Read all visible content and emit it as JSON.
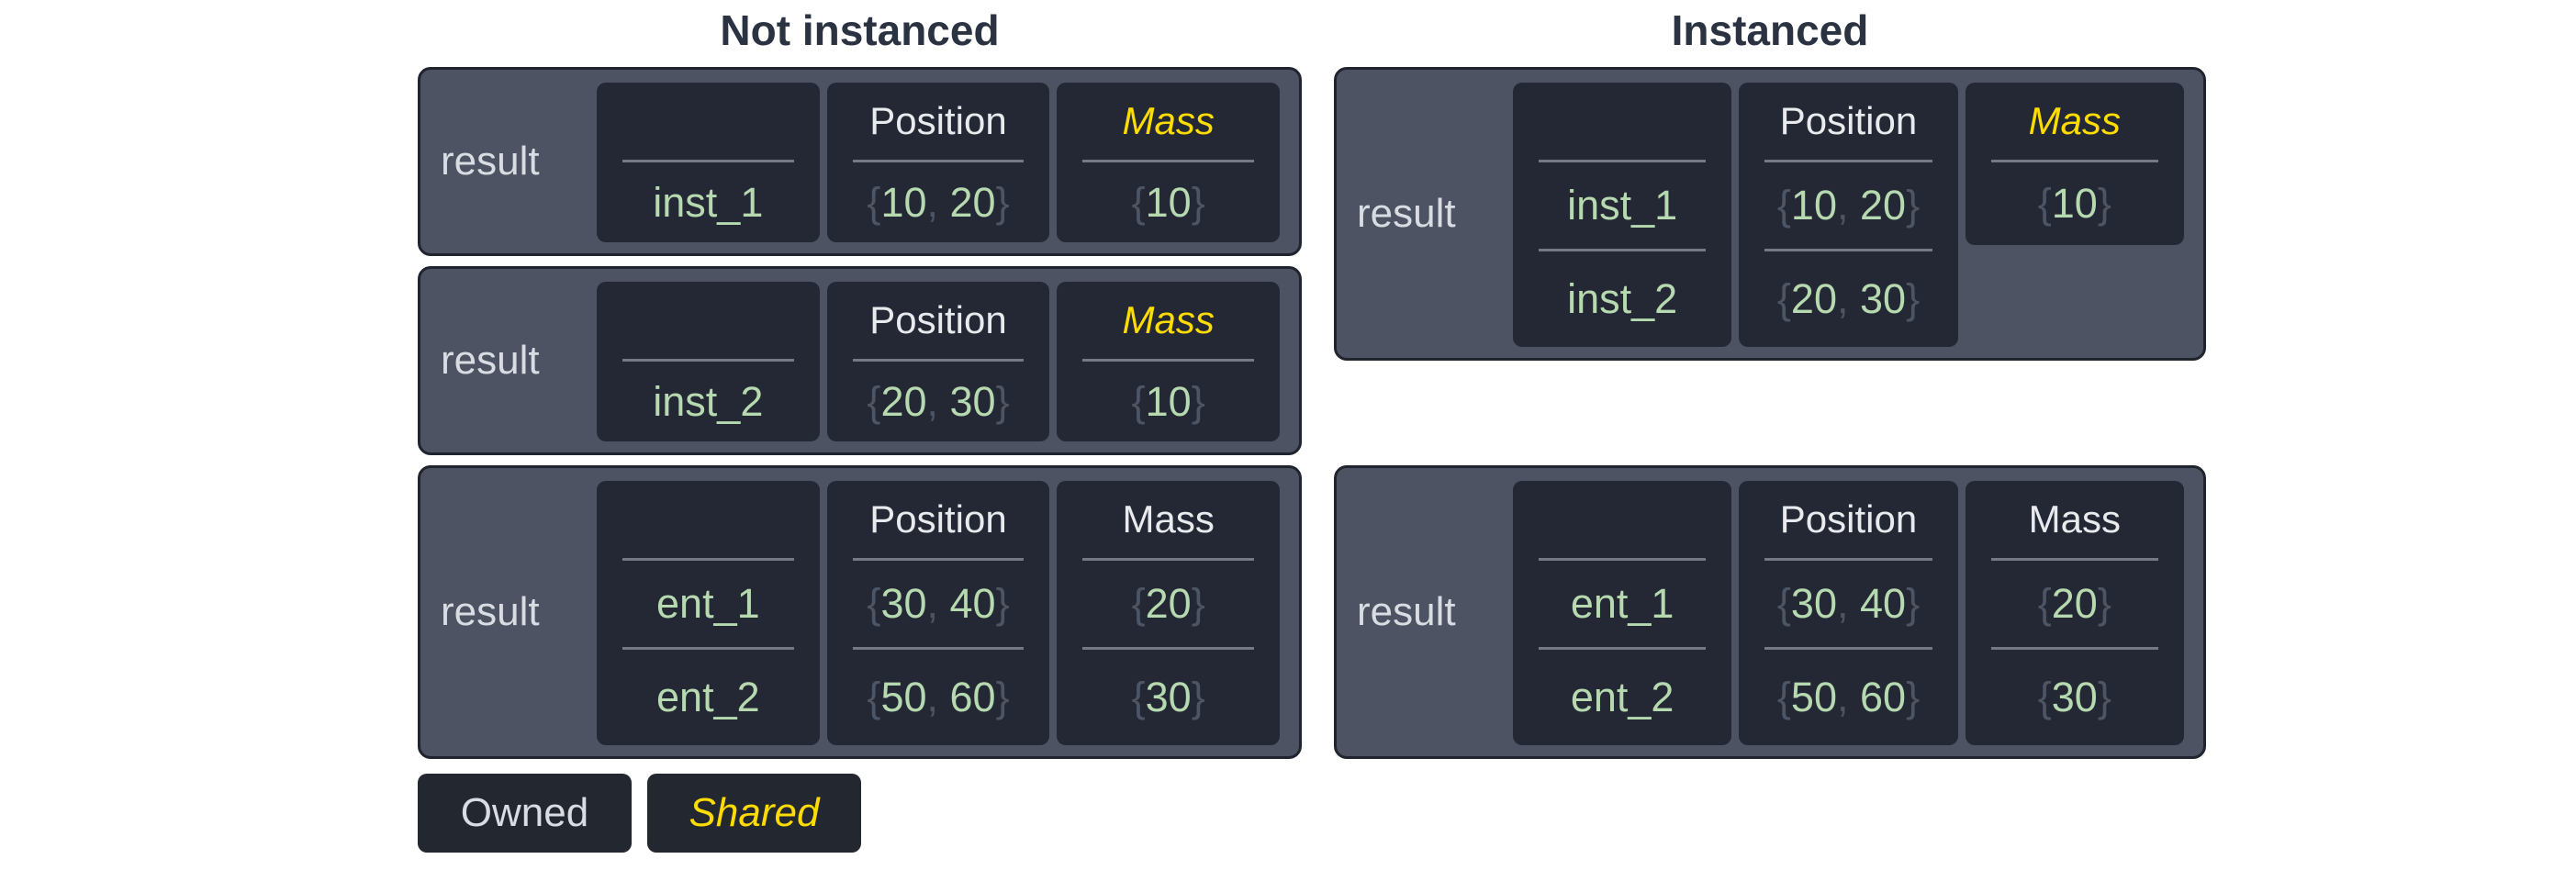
{
  "diagram": {
    "left_title": "Not instanced",
    "right_title": "Instanced"
  },
  "boxes": {
    "l1": {
      "label": "result",
      "cols": [
        {
          "header": "",
          "ownership": "owned",
          "values": [
            "inst_1"
          ]
        },
        {
          "header": "Position",
          "ownership": "owned",
          "values": [
            "{10, 20}"
          ]
        },
        {
          "header": "Mass",
          "ownership": "shared",
          "values": [
            "{10}"
          ]
        }
      ]
    },
    "l2": {
      "label": "result",
      "cols": [
        {
          "header": "",
          "ownership": "owned",
          "values": [
            "inst_2"
          ]
        },
        {
          "header": "Position",
          "ownership": "owned",
          "values": [
            "{20, 30}"
          ]
        },
        {
          "header": "Mass",
          "ownership": "shared",
          "values": [
            "{10}"
          ]
        }
      ]
    },
    "l3": {
      "label": "result",
      "cols": [
        {
          "header": "",
          "ownership": "owned",
          "values": [
            "ent_1",
            "ent_2"
          ]
        },
        {
          "header": "Position",
          "ownership": "owned",
          "values": [
            "{30, 40}",
            "{50, 60}"
          ]
        },
        {
          "header": "Mass",
          "ownership": "owned",
          "values": [
            "{20}",
            "{30}"
          ]
        }
      ]
    },
    "r1": {
      "label": "result",
      "cols": [
        {
          "header": "",
          "ownership": "owned",
          "values": [
            "inst_1",
            "inst_2"
          ]
        },
        {
          "header": "Position",
          "ownership": "owned",
          "values": [
            "{10, 20}",
            "{20, 30}"
          ]
        },
        {
          "header": "Mass",
          "ownership": "shared",
          "values": [
            "{10}"
          ]
        }
      ]
    },
    "r2": {
      "label": "result",
      "cols": [
        {
          "header": "",
          "ownership": "owned",
          "values": [
            "ent_1",
            "ent_2"
          ]
        },
        {
          "header": "Position",
          "ownership": "owned",
          "values": [
            "{30, 40}",
            "{50, 60}"
          ]
        },
        {
          "header": "Mass",
          "ownership": "owned",
          "values": [
            "{20}",
            "{30}"
          ]
        }
      ]
    }
  },
  "legend": {
    "owned": "Owned",
    "shared": "Shared"
  },
  "colors": {
    "page_bg": "#ffffff",
    "panel_bg": "#4d5363",
    "panel_border": "#20242e",
    "card_bg": "#232834",
    "label_text": "#d9dce2",
    "header_text": "#e8eaee",
    "value_green": "#b6d9b0",
    "punct_dim": "#4d5464",
    "divider": "#747a85",
    "shared_yellow": "#ffdc00",
    "title_text": "#2b3342",
    "legend_bg": "#23272f"
  }
}
